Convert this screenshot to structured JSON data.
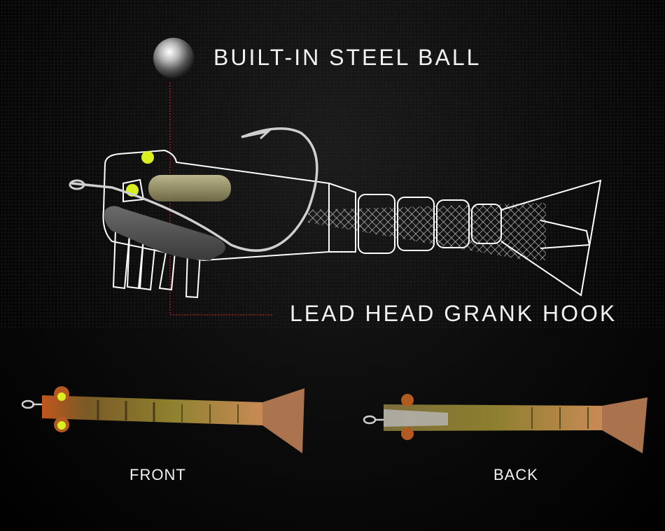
{
  "callouts": {
    "steel_ball": "BUILT-IN STEEL BALL",
    "hook": "LEAD HEAD GRANK HOOK"
  },
  "views": {
    "front": "FRONT",
    "back": "BACK"
  },
  "colors": {
    "background": "#000000",
    "outline": "#ffffff",
    "leader_line": "#c0202a",
    "eye": "#d8f020",
    "lure_body": "#8a7a2a",
    "lure_head": "#b35a20"
  }
}
